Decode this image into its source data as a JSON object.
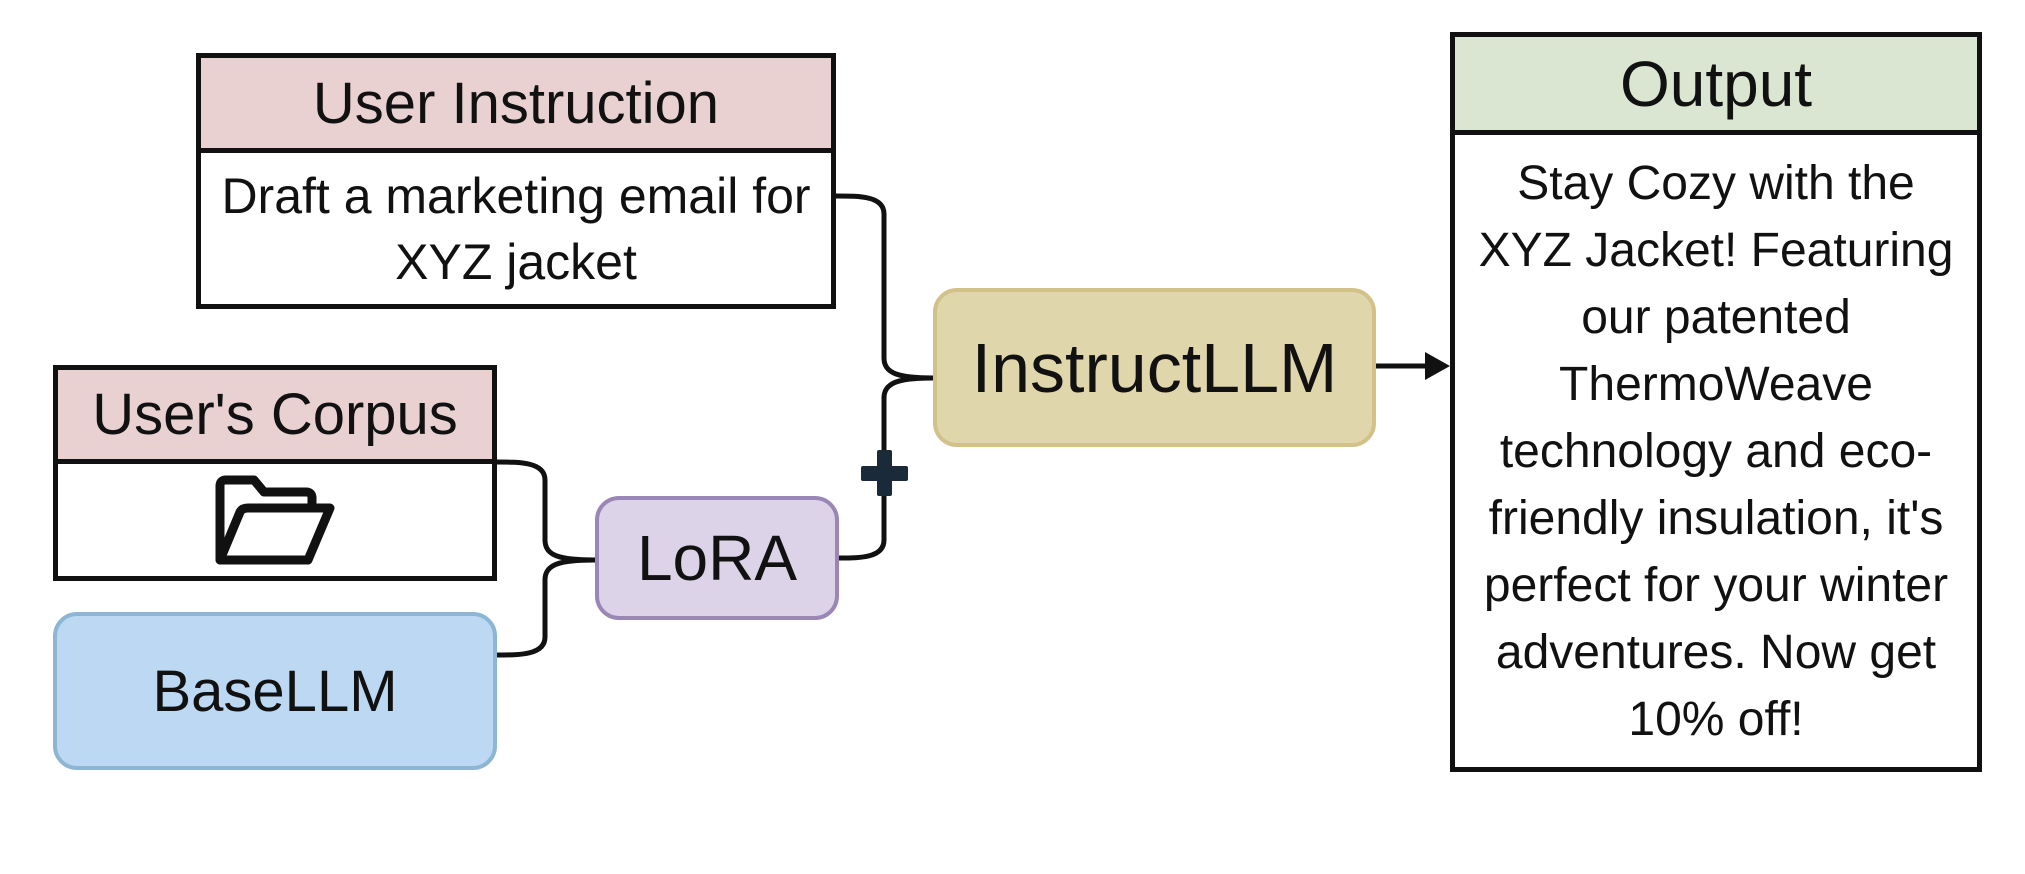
{
  "instruction": {
    "title": "User Instruction",
    "text": "Draft a marketing email for XYZ jacket"
  },
  "corpus": {
    "title": "User's Corpus",
    "icon": "folder-open-icon"
  },
  "models": {
    "base": "BaseLLM",
    "adapter": "LoRA",
    "instruct": "InstructLLM"
  },
  "output": {
    "title": "Output",
    "text": "Stay Cozy with the XYZ Jacket! Featuring our patented ThermoWeave technology and eco-friendly insulation, it's perfect for your winter adventures. Now get 10% off!"
  },
  "colors": {
    "header_pink": "#e9d1d2",
    "header_green": "#dbe6d2",
    "basellm_fill": "#bcd8f2",
    "lora_fill": "#dcd3e8",
    "instructllm_fill": "#e0d6ac",
    "plus_sign": "#1a2a38"
  }
}
